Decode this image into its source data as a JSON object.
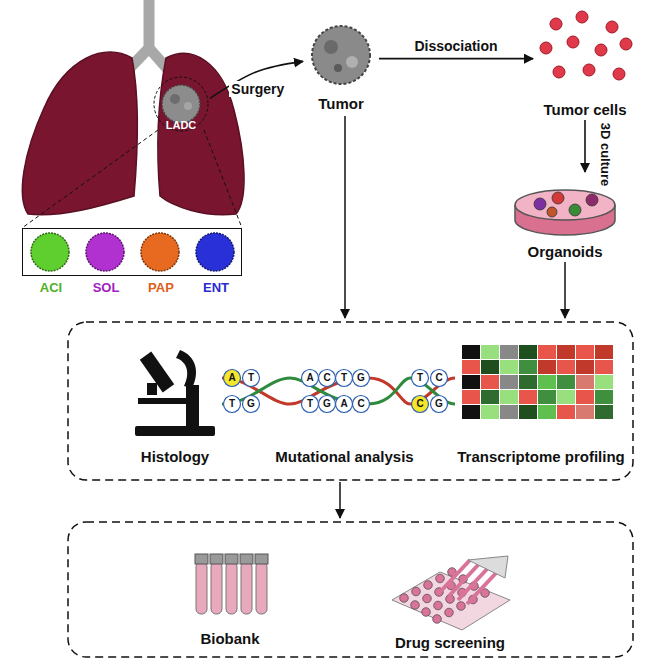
{
  "diagram": {
    "nodes": [
      {
        "text": [
          "LADC"
        ]
      },
      {
        "text": [
          "ACI",
          "SOL",
          "PAP",
          "ENT"
        ]
      },
      {
        "text": [
          "Tumor"
        ]
      },
      {
        "text": [
          "Tumor cells"
        ]
      },
      {
        "text": [
          "Organoids"
        ]
      },
      {
        "text": [
          "Histology"
        ]
      },
      {
        "text": [
          "Mutational analysis"
        ]
      },
      {
        "text": [
          "Transcriptome profiling"
        ]
      },
      {
        "text": [
          "Biobank"
        ]
      },
      {
        "text": [
          "Drug screening"
        ]
      }
    ],
    "edges": [
      {
        "from": 0,
        "to": 1,
        "arrow": "none"
      },
      {
        "from": 0,
        "to": 2,
        "label": "Surgery",
        "arrow": "to"
      },
      {
        "from": 2,
        "to": 3,
        "label": "Dissociation",
        "arrow": "to"
      },
      {
        "from": 3,
        "to": 4,
        "label": "3D culture",
        "arrow": "to"
      }
    ],
    "labels": [
      "A",
      "T",
      "A",
      "C",
      "T",
      "G",
      "T",
      "C",
      "T",
      "G",
      "T",
      "G",
      "A",
      "C",
      "C",
      "G"
    ]
  }
}
